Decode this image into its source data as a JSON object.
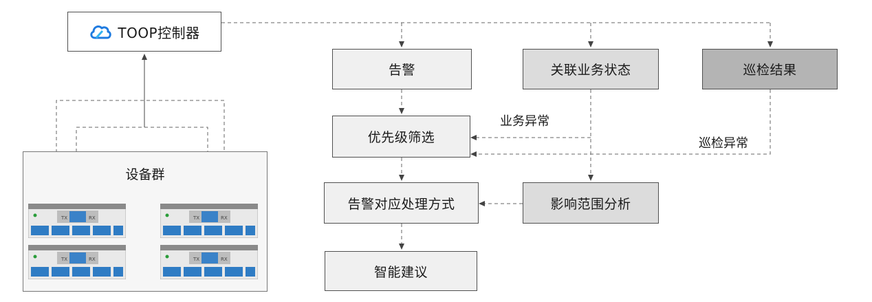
{
  "controller": {
    "label": "TOOP控制器",
    "icon": "cloud-icon"
  },
  "device_group": {
    "label": "设备群",
    "devices": 4,
    "port_labels": [
      "TX",
      "RX"
    ]
  },
  "nodes": {
    "alarm": "告警",
    "related_status": "关联业务状态",
    "inspection_result": "巡检结果",
    "priority_filter": "优先级筛选",
    "alarm_handling": "告警对应处理方式",
    "impact_analysis": "影响范围分析",
    "smart_suggestion": "智能建议"
  },
  "edge_labels": {
    "service_anomaly": "业务异常",
    "inspection_anomaly": "巡检异常"
  },
  "colors": {
    "light": "#f0f0f0",
    "mid": "#dcdcdc",
    "dark": "#b4b4b4",
    "line": "#555555"
  }
}
